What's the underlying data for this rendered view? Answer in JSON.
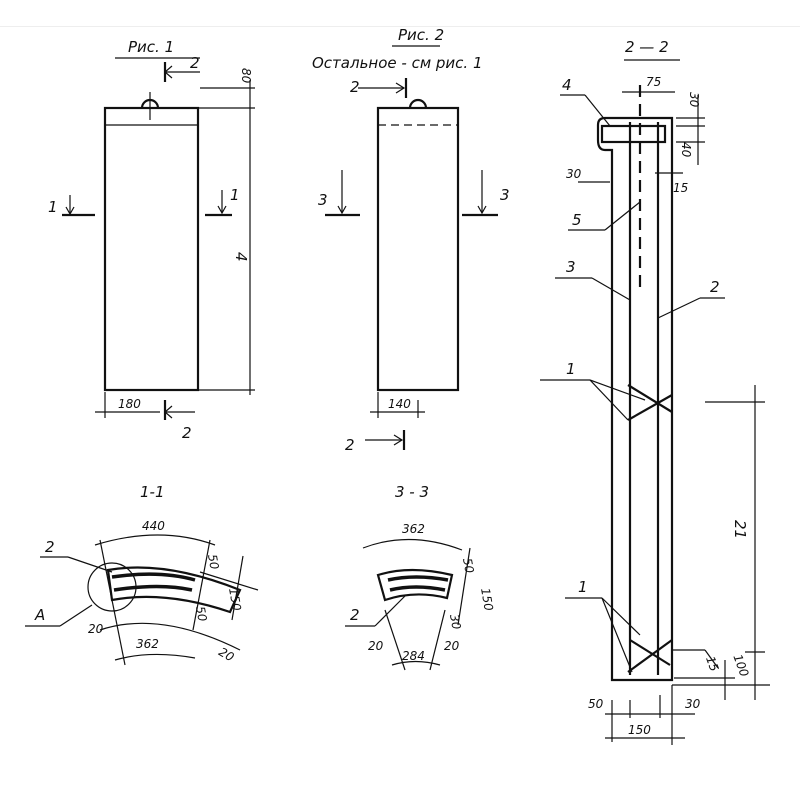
{
  "fig1": {
    "title": "Рис. 1",
    "section_mark": "1",
    "cut_mark": "2",
    "dim_top": "80",
    "dim_height": "4",
    "dim_width": "180"
  },
  "fig2": {
    "title": "Рис. 2",
    "note": "Остальное - см рис. 1",
    "section_mark": "3",
    "cut_mark": "2",
    "dim_width": "140"
  },
  "section_11": {
    "title": "1-1",
    "dim_outer": "440",
    "dim_inner": "362",
    "dim_50a": "50",
    "dim_150": "150",
    "dim_50b": "50",
    "dim_20a": "20",
    "dim_20b": "20",
    "callout_2": "2",
    "callout_a": "A"
  },
  "section_33": {
    "title": "3 - 3",
    "dim_outer": "362",
    "dim_inner": "284",
    "dim_50": "50",
    "dim_150": "150",
    "dim_30": "30",
    "dim_20a": "20",
    "dim_20b": "20",
    "callout_2": "2"
  },
  "section_22": {
    "title": "2 — 2",
    "callout_1a": "1",
    "callout_1b": "1",
    "callout_2": "2",
    "callout_3": "3",
    "callout_4": "4",
    "callout_5": "5",
    "dim_75": "75",
    "dim_30_top": "30",
    "dim_40": "40",
    "dim_30_left": "30",
    "dim_15_top": "15",
    "dim_l1": "21",
    "dim_15_bot": "15",
    "dim_100": "100",
    "dim_50": "50",
    "dim_30_bot": "30",
    "dim_150": "150"
  }
}
